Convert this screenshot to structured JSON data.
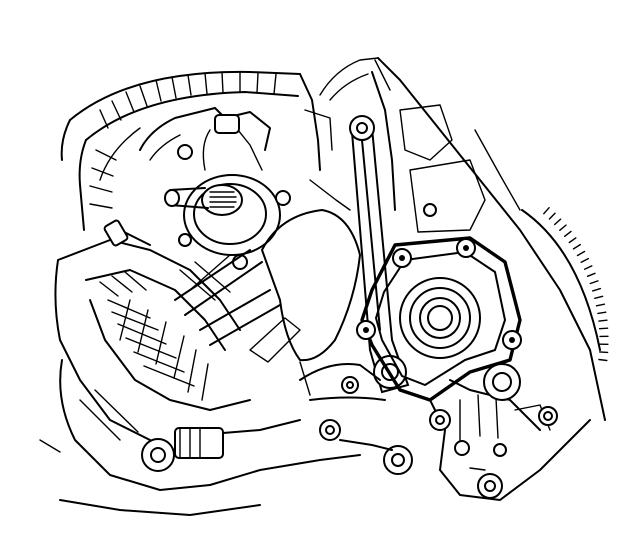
{
  "figure": {
    "labels": [],
    "colors": {
      "ink": "#000000",
      "paper": "#ffffff"
    },
    "parts": [
      "finned-housing",
      "input-shaft-seal",
      "ribbed-case-flange",
      "shift-lever",
      "output-shaft-seal",
      "seal-bolt-ring",
      "ring-gear",
      "case-mounting-bosses"
    ]
  }
}
